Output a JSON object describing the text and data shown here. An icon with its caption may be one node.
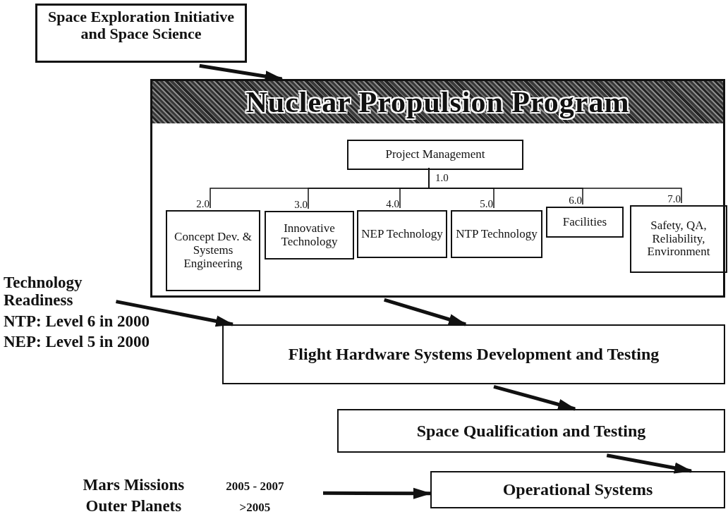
{
  "diagram": {
    "nodes": [
      {
        "text": [
          "Space Exploration Initiative and Space Science"
        ]
      },
      {
        "text": [
          "Nuclear Propulsion Program"
        ]
      },
      {
        "text": [
          "Project Management"
        ],
        "in": 1,
        "beside": [
          "1.0"
        ]
      },
      {
        "text": [
          "Concept Dev. & Systems Engineering"
        ],
        "in": 1,
        "beside": [
          "2.0"
        ]
      },
      {
        "text": [
          "Innovative Technology"
        ],
        "in": 1,
        "beside": [
          "3.0"
        ]
      },
      {
        "text": [
          "NEP Technology"
        ],
        "in": 1,
        "beside": [
          "4.0"
        ]
      },
      {
        "text": [
          "NTP Technology"
        ],
        "in": 1,
        "beside": [
          "5.0"
        ]
      },
      {
        "text": [
          "Facilities"
        ],
        "in": 1,
        "beside": [
          "6.0"
        ]
      },
      {
        "text": [
          "Safety, QA, Reliability, Environment"
        ],
        "in": 1,
        "beside": [
          "7.0"
        ]
      },
      {
        "text": [
          "Technology Readiness",
          "NTP: Level 6 in 2000",
          "NEP: Level 5 in 2000"
        ]
      },
      {
        "text": [
          "Flight Hardware Systems Development and Testing"
        ]
      },
      {
        "text": [
          "Space Qualification and Testing"
        ]
      },
      {
        "text": [
          "Mars Missions",
          "2005 - 2007",
          "Outer Planets",
          ">2005"
        ]
      },
      {
        "text": [
          "Operational Systems"
        ]
      }
    ],
    "edges": [
      {
        "from": 0,
        "to": 1,
        "arrow": "to",
        "style": "thick"
      },
      {
        "from": 2,
        "to": 3,
        "arrow": "none"
      },
      {
        "from": 2,
        "to": 4,
        "arrow": "none"
      },
      {
        "from": 2,
        "to": 5,
        "arrow": "none"
      },
      {
        "from": 2,
        "to": 6,
        "arrow": "none"
      },
      {
        "from": 2,
        "to": 7,
        "arrow": "none"
      },
      {
        "from": 2,
        "to": 8,
        "arrow": "none"
      },
      {
        "from": 9,
        "to": 10,
        "arrow": "to",
        "style": "thick"
      },
      {
        "from": 1,
        "to": 10,
        "arrow": "to",
        "style": "thick"
      },
      {
        "from": 10,
        "to": 11,
        "arrow": "to",
        "style": "thick"
      },
      {
        "from": 11,
        "to": 13,
        "arrow": "to",
        "style": "thick"
      },
      {
        "from": 12,
        "to": 13,
        "arrow": "to",
        "style": "thick"
      }
    ]
  }
}
